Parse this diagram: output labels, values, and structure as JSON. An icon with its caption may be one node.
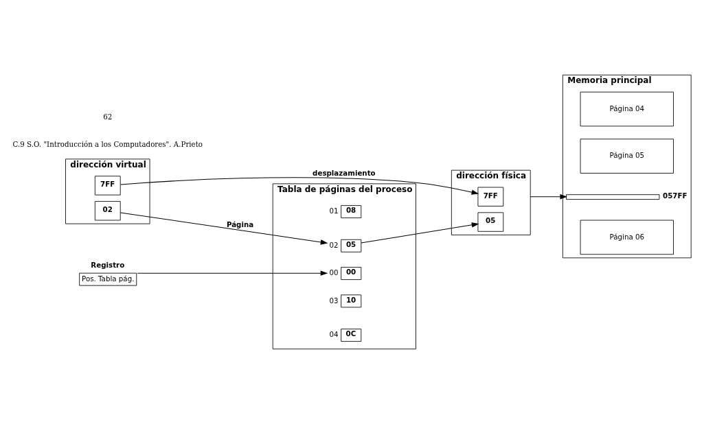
{
  "diagram": {
    "nodes": [
      {
        "text": [
          "Tabla de páginas del proceso"
        ]
      },
      {
        "text": [
          "00",
          "00"
        ],
        "in": 0
      },
      {
        "text": [
          "01",
          "08"
        ],
        "in": 0
      },
      {
        "text": [
          "02",
          "05"
        ],
        "in": 0
      },
      {
        "text": [
          "03",
          "10"
        ],
        "in": 0
      },
      {
        "text": [
          "04",
          "0C"
        ],
        "in": 0
      },
      {
        "text": [
          "Registro",
          "Pos. Tabla pág."
        ]
      },
      {
        "text": [
          "dirección virtual"
        ]
      },
      {
        "text": [
          "02"
        ],
        "in": 7
      },
      {
        "text": [
          "7FF"
        ],
        "in": 7
      },
      {
        "text": [
          "dirección física"
        ]
      },
      {
        "text": [
          "05"
        ],
        "in": 10
      },
      {
        "text": [
          "7FF"
        ],
        "in": 10
      },
      {
        "text": [
          "Memoria principal"
        ]
      },
      {
        "text": [
          "Página 04"
        ],
        "in": 13
      },
      {
        "text": [
          "Página 05"
        ],
        "in": 13
      },
      {
        "text": [],
        "shape": "bar",
        "in": 13,
        "beside": [
          "057FF"
        ]
      },
      {
        "text": [
          "Página 06"
        ],
        "in": 13
      }
    ],
    "edges": [
      {
        "from": 6,
        "to": 1,
        "arrow": "to"
      },
      {
        "from": 8,
        "to": 3,
        "arrow": "to",
        "label": "Página"
      },
      {
        "from": 3,
        "to": 11,
        "arrow": "to"
      },
      {
        "from": 9,
        "to": 12,
        "arrow": "to",
        "label": "desplazamiento"
      },
      {
        "from": 10,
        "to": 16,
        "arrow": "to"
      }
    ],
    "labels": [
      "C.9 S.O. \"Introducción a los Computadores\". A.Prieto",
      "62"
    ]
  }
}
